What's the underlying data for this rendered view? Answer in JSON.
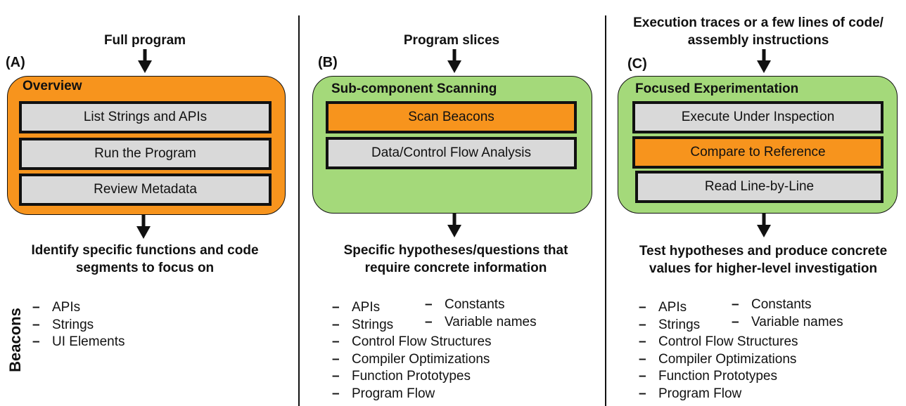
{
  "colors": {
    "orange": "#f7941d",
    "green": "#a4d97a",
    "gray": "#d9d9d9",
    "ink": "#111111"
  },
  "beacons_label": "Beacons",
  "panels": [
    {
      "id": "(A)",
      "input": "Full program",
      "title": "Overview",
      "steps": [
        "List Strings and APIs",
        "Run the Program",
        "Review Metadata"
      ],
      "output": "Identify specific functions and code segments to focus on",
      "list_left": [
        "APIs",
        "Strings",
        "UI Elements"
      ]
    },
    {
      "id": "(B)",
      "input": "Program slices",
      "title": "Sub-component Scanning",
      "steps": [
        "Scan Beacons",
        "Data/Control Flow Analysis"
      ],
      "output": "Specific hypotheses/questions that require concrete information",
      "list_left": [
        "APIs",
        "Strings",
        "Control Flow Structures",
        "Compiler Optimizations",
        "Function Prototypes",
        "Program Flow"
      ],
      "list_right": [
        "Constants",
        "Variable names"
      ]
    },
    {
      "id": "(C)",
      "input": "Execution traces or a few lines of code/ assembly instructions",
      "title": "Focused Experimentation",
      "steps": [
        "Execute Under Inspection",
        "Compare to Reference",
        "Read Line-by-Line"
      ],
      "output": "Test hypotheses and produce concrete values for higher-level investigation",
      "list_left": [
        "APIs",
        "Strings",
        "Control Flow Structures",
        "Compiler Optimizations",
        "Function Prototypes",
        "Program Flow"
      ],
      "list_right": [
        "Constants",
        "Variable names"
      ]
    }
  ]
}
